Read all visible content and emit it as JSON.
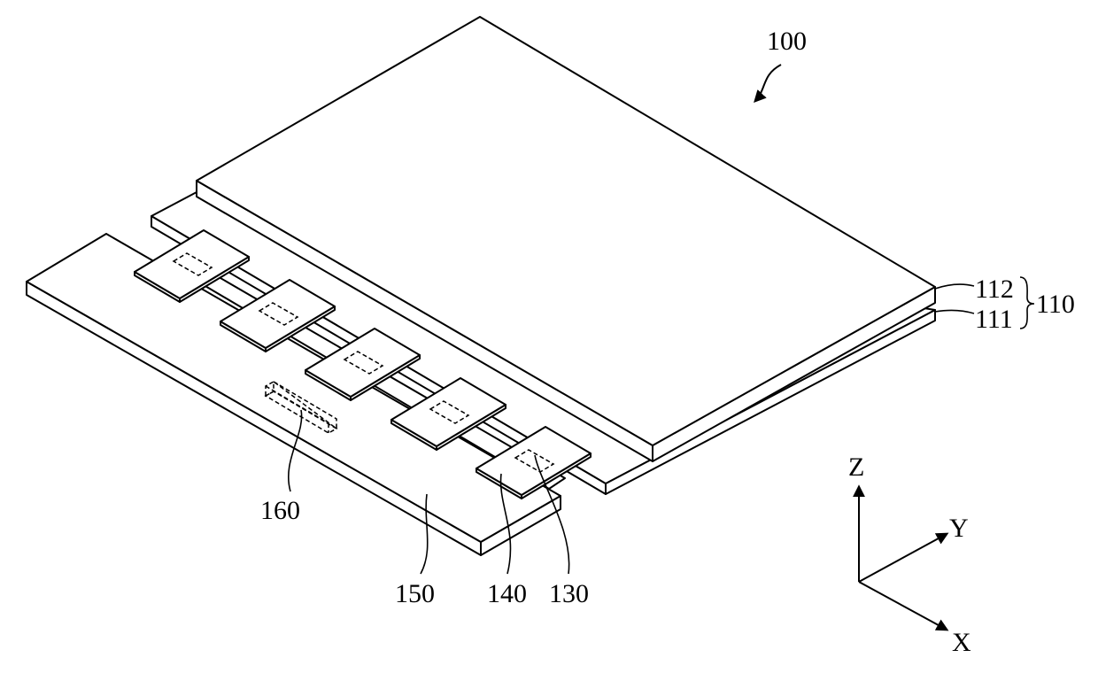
{
  "labels": {
    "device": "100",
    "panel": "110",
    "upper_substrate": "112",
    "lower_substrate": "111",
    "chip": "130",
    "chip_film": "140",
    "circuit_board": "150",
    "component": "160"
  },
  "axes": {
    "z": "Z",
    "y": "Y",
    "x": "X"
  },
  "chip_film_count": 5
}
